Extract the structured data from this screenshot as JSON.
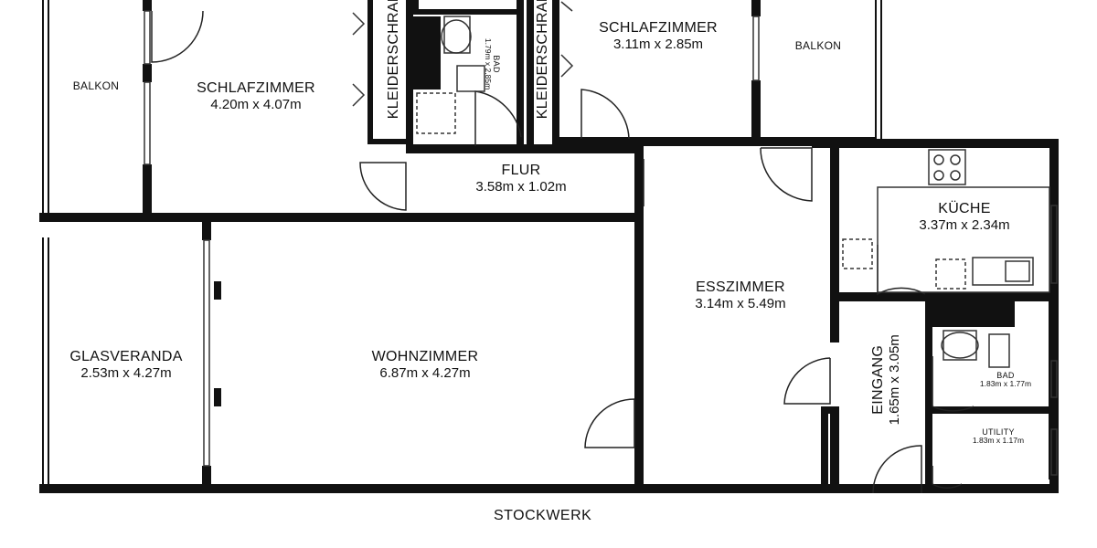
{
  "footer": "STOCKWERK",
  "rooms": {
    "balkon_left": {
      "name": "BALKON"
    },
    "schlafzimmer_left": {
      "name": "SCHLAFZIMMER",
      "dim": "4.20m x 4.07m"
    },
    "kleiderschrank_left": {
      "name": "KLEIDERSCHRANK"
    },
    "bad_top": {
      "name": "BAD",
      "dim": "1.79m x 2.85m"
    },
    "kleiderschrank_right": {
      "name": "KLEIDERSCHRANK"
    },
    "schlafzimmer_right": {
      "name": "SCHLAFZIMMER",
      "dim": "3.11m x 2.85m"
    },
    "balkon_right": {
      "name": "BALKON"
    },
    "flur": {
      "name": "FLUR",
      "dim": "3.58m x 1.02m"
    },
    "kueche": {
      "name": "KÜCHE",
      "dim": "3.37m x 2.34m"
    },
    "glasveranda": {
      "name": "GLASVERANDA",
      "dim": "2.53m x 4.27m"
    },
    "wohnzimmer": {
      "name": "WOHNZIMMER",
      "dim": "6.87m x 4.27m"
    },
    "esszimmer": {
      "name": "ESSZIMMER",
      "dim": "3.14m x 5.49m"
    },
    "eingang": {
      "name": "EINGANG",
      "dim": "1.65m x 3.05m"
    },
    "bad_right": {
      "name": "BAD",
      "dim": "1.83m x 1.77m"
    },
    "utility": {
      "name": "UTILITY",
      "dim": "1.83m x 1.17m"
    }
  }
}
